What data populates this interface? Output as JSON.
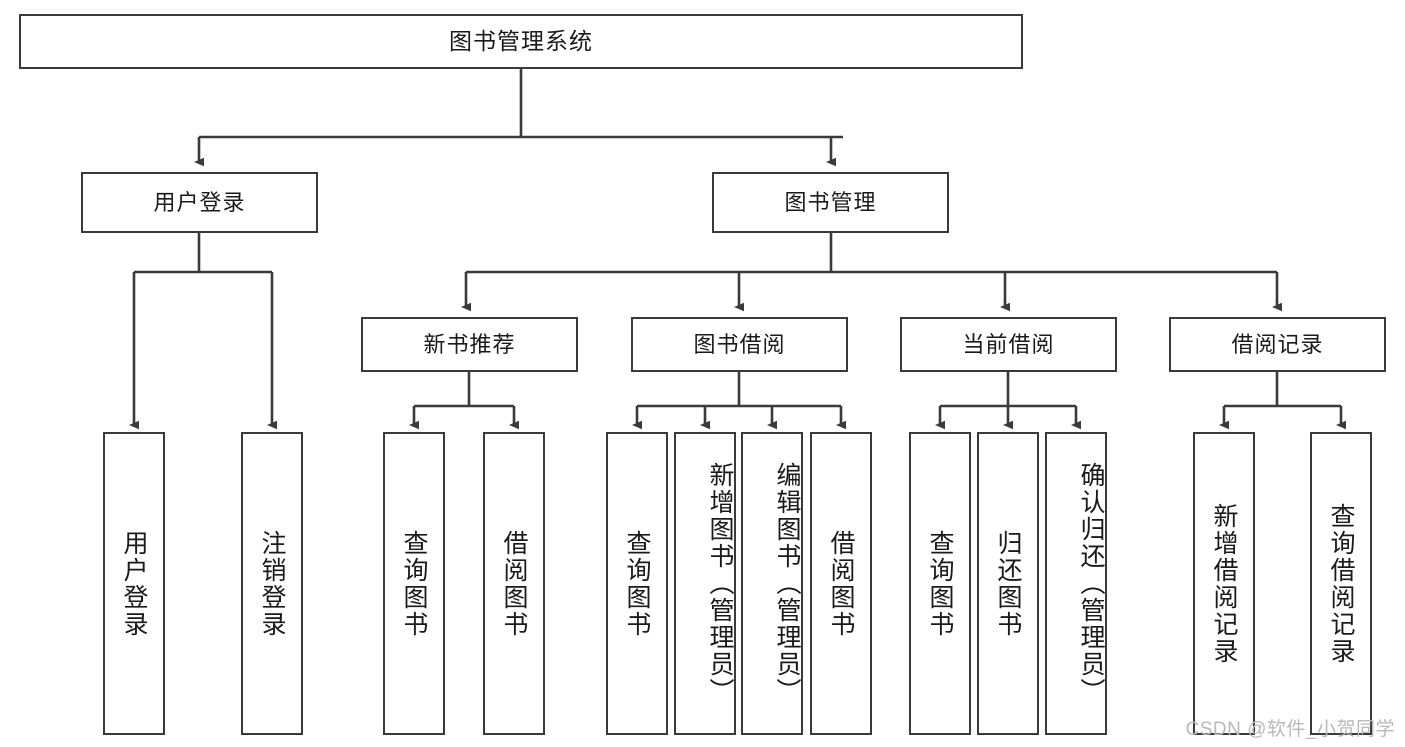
{
  "diagram": {
    "title": "图书管理系统",
    "type": "tree",
    "root": {
      "id": "root",
      "label": "图书管理系统"
    },
    "level1": [
      {
        "id": "user-login",
        "label": "用户登录"
      },
      {
        "id": "book-management",
        "label": "图书管理"
      }
    ],
    "level2": [
      {
        "id": "new-book-recommend",
        "label": "新书推荐",
        "parent": "book-management"
      },
      {
        "id": "book-borrow",
        "label": "图书借阅",
        "parent": "book-management"
      },
      {
        "id": "current-borrow",
        "label": "当前借阅",
        "parent": "book-management"
      },
      {
        "id": "borrow-record",
        "label": "借阅记录",
        "parent": "book-management"
      }
    ],
    "leaves": [
      {
        "id": "leaf-user-login",
        "label": "用户登录",
        "parent": "user-login"
      },
      {
        "id": "leaf-user-logout",
        "label": "注销登录",
        "parent": "user-login"
      },
      {
        "id": "leaf-query-book-1",
        "label": "查询图书",
        "parent": "new-book-recommend"
      },
      {
        "id": "leaf-borrow-book-1",
        "label": "借阅图书",
        "parent": "new-book-recommend"
      },
      {
        "id": "leaf-query-book-2",
        "label": "查询图书",
        "parent": "book-borrow"
      },
      {
        "id": "leaf-add-book",
        "label": "新增图书（管理员）",
        "parent": "book-borrow"
      },
      {
        "id": "leaf-edit-book",
        "label": "编辑图书（管理员）",
        "parent": "book-borrow"
      },
      {
        "id": "leaf-borrow-book-2",
        "label": "借阅图书",
        "parent": "book-borrow"
      },
      {
        "id": "leaf-query-book-3",
        "label": "查询图书",
        "parent": "current-borrow"
      },
      {
        "id": "leaf-return-book",
        "label": "归还图书",
        "parent": "current-borrow"
      },
      {
        "id": "leaf-confirm-return",
        "label": "确认归还（管理员）",
        "parent": "current-borrow"
      },
      {
        "id": "leaf-add-record",
        "label": "新增借阅记录",
        "parent": "borrow-record"
      },
      {
        "id": "leaf-query-record",
        "label": "查询借阅记录",
        "parent": "borrow-record"
      }
    ],
    "colors": {
      "stroke": "#3a3a3a",
      "box_fill": "#ffffff",
      "text": "#1a1a1a",
      "background": "#ffffff",
      "watermark": "#b9b9b9"
    }
  },
  "watermark": {
    "text": "CSDN @软件_小贺同学"
  }
}
